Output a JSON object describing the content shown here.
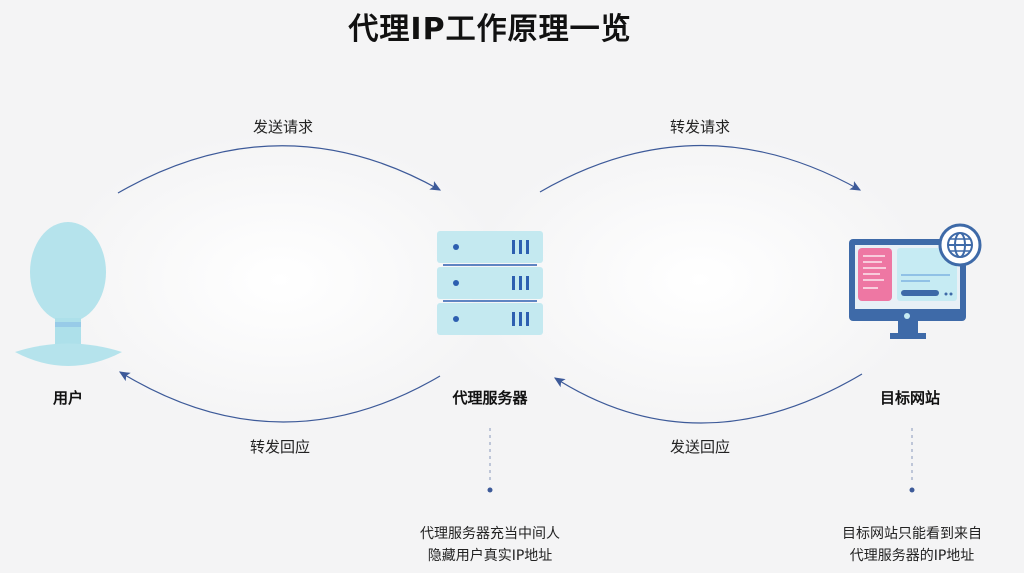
{
  "title": "代理IP工作原理一览",
  "arcs": {
    "send_request": "发送请求",
    "forward_request": "转发请求",
    "forward_response": "转发回应",
    "send_response": "发送回应"
  },
  "nodes": {
    "user": "用户",
    "proxy": "代理服务器",
    "website": "目标网站"
  },
  "notes": {
    "proxy": [
      "代理服务器充当中间人",
      "隐藏用户真实IP地址"
    ],
    "website": [
      "目标网站只能看到来自",
      "代理服务器的IP地址"
    ]
  },
  "colors": {
    "arrow": "#3d5a99",
    "server": "#c4e9f0",
    "server_accent": "#2d5fb0",
    "user": "#b5e3ec",
    "monitor": "#3e6aa8",
    "pink": "#ee77a3"
  }
}
